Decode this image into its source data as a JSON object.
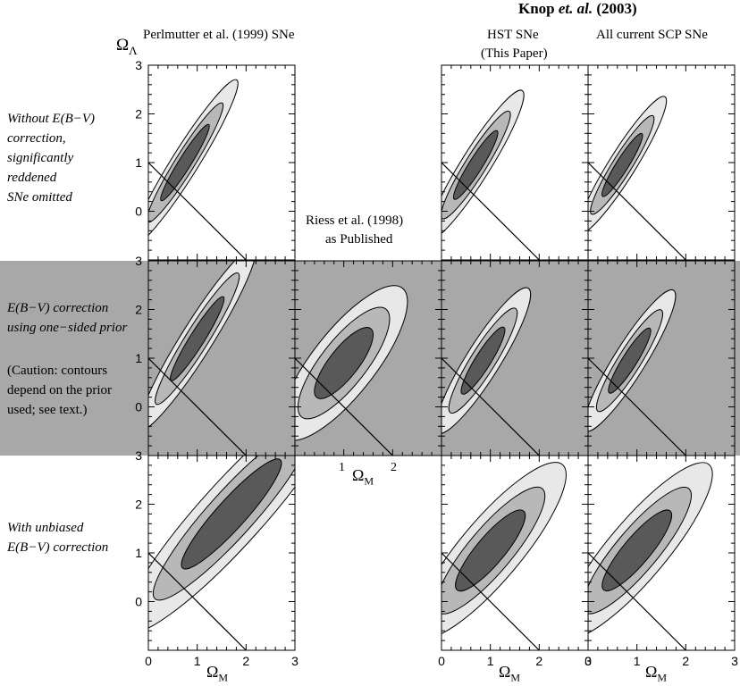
{
  "header": {
    "title_author": "Knop",
    "title_etal": "et. al.",
    "title_year": "(2003)"
  },
  "columns": {
    "perlmutter": "Perlmutter et al. (1999) SNe",
    "hst_line1": "HST SNe",
    "hst_line2": "(This Paper)",
    "allscp": "All current SCP SNe",
    "riess_line1": "Riess et al. (1998)",
    "riess_line2": "as Published"
  },
  "rows": {
    "row1_lines": [
      "Without E(B−V)",
      "correction,",
      "significantly",
      "reddened",
      "SNe omitted"
    ],
    "row2_lines": [
      "E(B−V) correction",
      "using one−sided prior"
    ],
    "row2_note_lines": [
      "(Caution: contours",
      "depend on the prior",
      "used; see text.)"
    ],
    "row3_lines": [
      "With unbiased",
      "E(B−V) correction"
    ]
  },
  "axes": {
    "y_symbol": "Ω",
    "y_sub": "Λ",
    "x_symbol": "Ω",
    "x_sub": "M",
    "x_ticks": [
      "0",
      "1",
      "2",
      "3"
    ],
    "y_ticks": [
      "0",
      "1",
      "2",
      "3"
    ],
    "riess_x_ticks": [
      "1",
      "2"
    ]
  },
  "colors": {
    "band_gray": "#a8a8a8",
    "contour_99": "#e8e8e8",
    "contour_95": "#b8b8b8",
    "contour_68": "#595959",
    "line": "#000000"
  },
  "chart_data": {
    "type": "contour",
    "xlim": [
      0,
      3
    ],
    "ylim": [
      -1,
      3
    ],
    "xlabel": "ΩM",
    "ylabel": "ΩΛ",
    "flat_universe_line": {
      "x": [
        0,
        2
      ],
      "y": [
        1,
        -1
      ]
    },
    "panels": [
      {
        "row": 1,
        "col": "Perlmutter et al. (1999) SNe",
        "center": [
          0.75,
          1.0
        ],
        "length": 4.0,
        "width": 0.55,
        "tilt_deg": 58,
        "levels": [
          0.99,
          0.95,
          0.68
        ]
      },
      {
        "row": 1,
        "col": "HST SNe (This Paper)",
        "center": [
          0.7,
          0.95
        ],
        "length": 3.6,
        "width": 0.6,
        "tilt_deg": 58,
        "levels": [
          0.99,
          0.95,
          0.68
        ]
      },
      {
        "row": 1,
        "col": "All current SCP SNe",
        "center": [
          0.7,
          0.95
        ],
        "length": 3.3,
        "width": 0.55,
        "tilt_deg": 58,
        "levels": [
          0.99,
          0.95,
          0.68
        ]
      },
      {
        "row": 2,
        "col": "Perlmutter et al. (1999) SNe",
        "center": [
          1.0,
          1.4
        ],
        "length": 4.4,
        "width": 0.65,
        "tilt_deg": 58,
        "levels": [
          0.99,
          0.95,
          0.68
        ]
      },
      {
        "row": 2,
        "col": "Riess et al. (1998) as Published",
        "center": [
          1.0,
          0.9
        ],
        "length": 3.9,
        "width": 1.3,
        "tilt_deg": 52,
        "levels": [
          0.99,
          0.95,
          0.68
        ]
      },
      {
        "row": 2,
        "col": "HST SNe (This Paper)",
        "center": [
          0.85,
          0.95
        ],
        "length": 3.5,
        "width": 0.7,
        "tilt_deg": 58,
        "levels": [
          0.99,
          0.95,
          0.68
        ]
      },
      {
        "row": 2,
        "col": "All current SCP SNe",
        "center": [
          0.85,
          0.95
        ],
        "length": 3.4,
        "width": 0.65,
        "tilt_deg": 58,
        "levels": [
          0.99,
          0.95,
          0.68
        ]
      },
      {
        "row": 3,
        "col": "Perlmutter et al. (1999) SNe",
        "center": [
          1.7,
          1.8
        ],
        "length": 6.5,
        "width": 1.3,
        "tilt_deg": 48,
        "levels": [
          0.99,
          0.95,
          0.68
        ]
      },
      {
        "row": 3,
        "col": "HST SNe (This Paper)",
        "center": [
          1.0,
          1.05
        ],
        "length": 4.6,
        "width": 1.25,
        "tilt_deg": 50,
        "levels": [
          0.99,
          0.95,
          0.68
        ]
      },
      {
        "row": 3,
        "col": "All current SCP SNe",
        "center": [
          1.0,
          1.05
        ],
        "length": 4.6,
        "width": 1.2,
        "tilt_deg": 50,
        "levels": [
          0.99,
          0.95,
          0.68
        ]
      }
    ]
  }
}
